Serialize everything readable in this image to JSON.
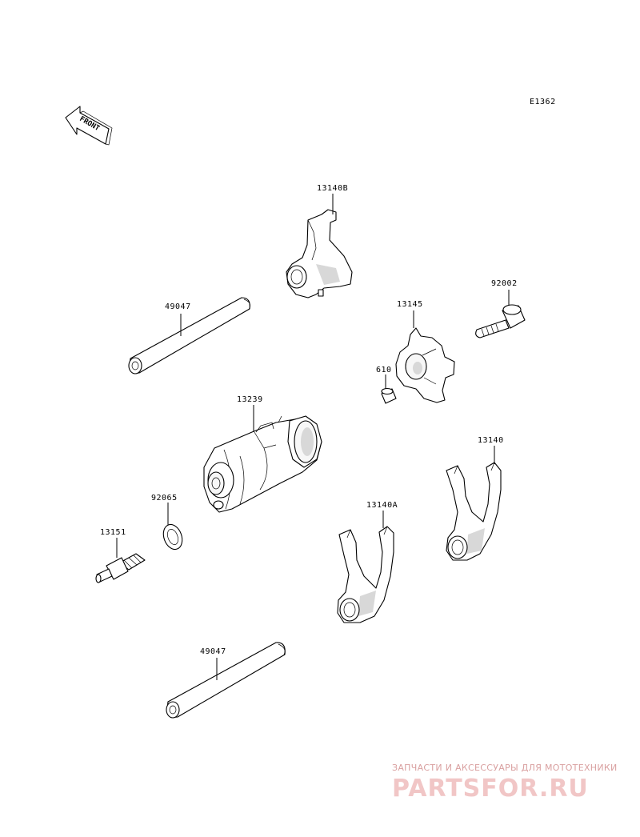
{
  "diagram_code": "E1362",
  "orientation_label": "FRONT",
  "parts": {
    "shift_fork_b": "13140B",
    "shaft_upper": "49047",
    "pin": "610",
    "drum_operating": "13145",
    "bolt": "92002",
    "shift_drum": "13239",
    "washer": "92065",
    "switch": "13151",
    "shift_fork_a": "13140A",
    "shift_fork": "13140",
    "shaft_lower": "49047"
  },
  "watermark": {
    "tagline": "ЗАПЧАСТИ И АКСЕССУАРЫ ДЛЯ МОТОТЕХНИКИ",
    "site": "PARTSFOR.RU"
  }
}
